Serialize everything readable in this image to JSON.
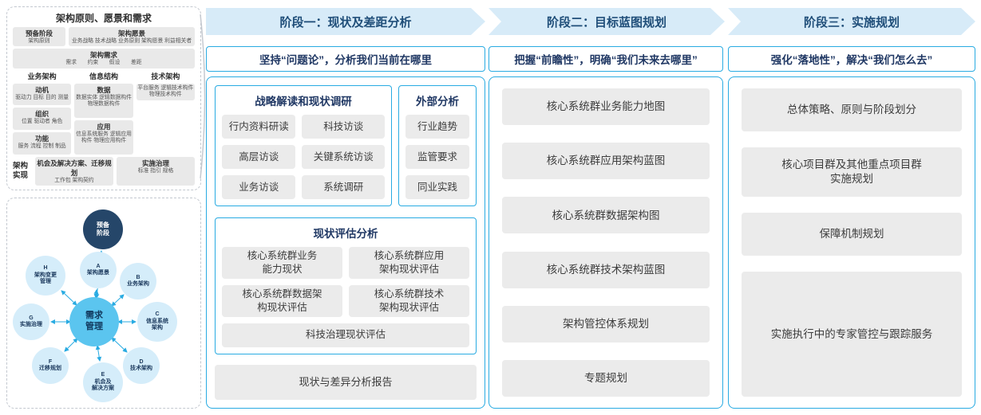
{
  "colors": {
    "accent": "#29ABE2",
    "phase_header_bg": "#D7EBF8",
    "phase_header_text": "#1F4E79",
    "subtitle_text": "#203864",
    "item_bg": "#EBEBEB",
    "adm_node_bg": "#D5EDFA",
    "adm_center_bg": "#5BC5EF",
    "adm_dark_node_bg": "#254669"
  },
  "left": {
    "framework": {
      "title": "架构原则、愿景和需求",
      "prep": {
        "title": "预备阶段",
        "sub": "架构原则"
      },
      "vision": {
        "title": "架构愿景",
        "sub": "业务战略 技术战略 业务原则 架构愿景 利益相关者"
      },
      "req": {
        "title": "架构需求",
        "sub": "需求　　约束　　假设　　差距"
      },
      "business": {
        "header": "业务架构",
        "boxes": [
          {
            "t": "动机",
            "s": "驱动力 目标 目的 测量"
          },
          {
            "t": "组织",
            "s": "位置 驱动者 角色"
          },
          {
            "t": "功能",
            "s": "服务 流程 控制 制品"
          }
        ]
      },
      "information": {
        "header": "信息结构",
        "boxes": [
          {
            "t": "数据",
            "s": "数据实体 逻辑数据构件 物理数据构件"
          },
          {
            "t": "应用",
            "s": "信息系统服务 逻辑应用构件 物理应用构件"
          }
        ]
      },
      "technology": {
        "header": "技术架构",
        "boxes": [
          {
            "s": "平台服务 逻辑技术构件 物理技术构件"
          }
        ]
      },
      "impl": {
        "label": "架构\n实现",
        "box1": {
          "t": "机会及解决方案、迁移规划",
          "s": "工作包 架构契约"
        },
        "box2": {
          "t": "实施治理",
          "s": "标准 指引 规格"
        }
      }
    },
    "adm": {
      "center": "需求\n管理",
      "nodes": [
        {
          "label": "预备\n阶段"
        },
        {
          "label": "A\n架构愿景"
        },
        {
          "label": "B\n业务架构"
        },
        {
          "label": "C\n信息系统\n架构"
        },
        {
          "label": "D\n技术架构"
        },
        {
          "label": "E\n机会及\n解决方案"
        },
        {
          "label": "F\n迁移规划"
        },
        {
          "label": "G\n实施治理"
        },
        {
          "label": "H\n架构变更\n管理"
        }
      ]
    }
  },
  "phases": [
    {
      "header": "阶段一：现状及差距分析",
      "subtitle": "坚持“问题论”，分析我们当前在哪里",
      "strategy": {
        "title": "战略解读和现状调研",
        "items": [
          "行内资料研读",
          "科技访谈",
          "高层访谈",
          "关键系统访谈",
          "业务访谈",
          "系统调研"
        ]
      },
      "external": {
        "title": "外部分析",
        "items": [
          "行业趋势",
          "监管要求",
          "同业实践"
        ]
      },
      "assessment": {
        "title": "现状评估分析",
        "items": [
          "核心系统群业务\n能力现状",
          "核心系统群应用\n架构现状评估",
          "核心系统群数据架\n构现状评估",
          "核心系统群技术\n架构现状评估",
          "科技治理现状评估"
        ]
      },
      "report": "现状与差异分析报告"
    },
    {
      "header": "阶段二：目标蓝图规划",
      "subtitle": "把握“前瞻性”，明确“我们未来去哪里”",
      "items": [
        "核心系统群业务能力地图",
        "核心系统群应用架构蓝图",
        "核心系统群数据架构图",
        "核心系统群技术架构蓝图",
        "架构管控体系规划",
        "专题规划"
      ]
    },
    {
      "header": "阶段三：实施规划",
      "subtitle": "强化“落地性”，解决“我们怎么去”",
      "items": [
        "总体策略、原则与阶段划分",
        "核心项目群及其他重点项目群\n实施规划",
        "保障机制规划",
        "实施执行中的专家管控与跟踪服务"
      ]
    }
  ]
}
